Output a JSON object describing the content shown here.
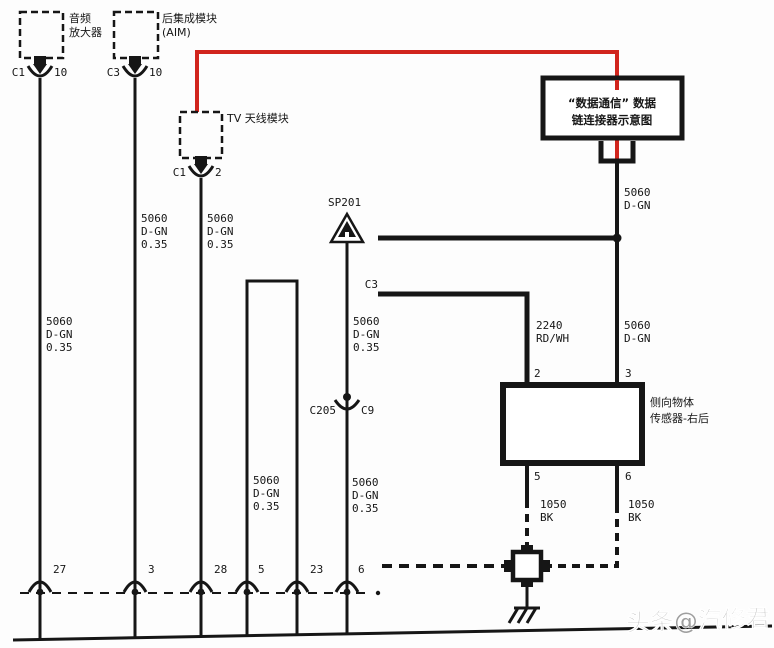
{
  "colors": {
    "wire": "#161616",
    "highlight_red": "#d1251d",
    "background": "#fdfdfd",
    "watermark_gray": "#9e9e9e"
  },
  "modules": {
    "audio_amp": {
      "name_line1": "音频",
      "name_line2": "放大器",
      "connector": "C1",
      "pin": "10"
    },
    "rear_integration": {
      "name_line1": "后集成模块",
      "name_line2": "(AIM)",
      "connector": "C3",
      "pin": "10"
    },
    "tv_antenna": {
      "name": "TV 天线模块",
      "connector": "C1",
      "pin": "2"
    },
    "data_link": {
      "name_line1": "“数据通信” 数据",
      "name_line2": "链连接器示意图"
    },
    "side_sensor": {
      "name_line1": "侧向物体",
      "name_line2": "传感器-右后",
      "pin_in_left": "2",
      "pin_in_right": "3",
      "pin_out_left": "5",
      "pin_out_right": "6"
    }
  },
  "splice": {
    "label": "SP201"
  },
  "inline_connector": {
    "left": "C205",
    "right": "C9"
  },
  "branch_connector": {
    "label": "C3"
  },
  "wire_labels": {
    "amp_wire": [
      "5060",
      "D-GN",
      "0.35"
    ],
    "aim_wire": [
      "5060",
      "D-GN",
      "0.35"
    ],
    "tv_wire": [
      "5060",
      "D-GN",
      "0.35"
    ],
    "splice_wire_upper": [
      "5060",
      "D-GN",
      "0.35"
    ],
    "shield_wire": [
      "5060",
      "D-GN",
      "0.35"
    ],
    "splice_wire_lower": [
      "5060",
      "D-GN",
      "0.35"
    ],
    "dlc_wire": [
      "5060",
      "D-GN"
    ],
    "sensor_left": [
      "2240",
      "RD/WH"
    ],
    "sensor_right": [
      "5060",
      "D-GN"
    ],
    "ground_left": [
      "1050",
      "BK"
    ],
    "ground_right": [
      "1050",
      "BK"
    ]
  },
  "bottom_pins": [
    "27",
    "3",
    "28",
    "5",
    "23",
    "6"
  ],
  "watermark": "头条@汽修君"
}
